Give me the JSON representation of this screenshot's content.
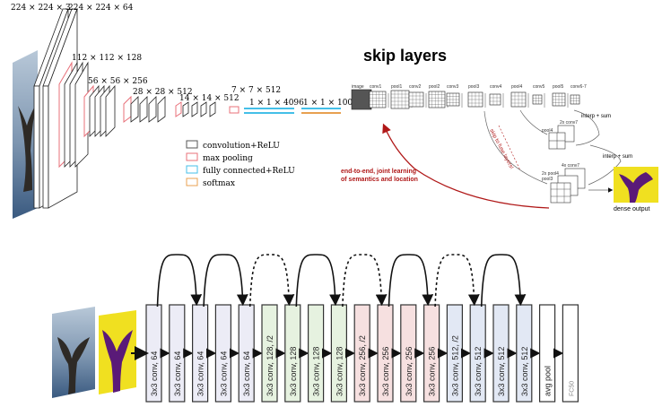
{
  "vgg": {
    "dims": [
      {
        "id": "d1",
        "text": "224 × 224 × 3"
      },
      {
        "id": "d2",
        "text": "224 × 224 × 64"
      },
      {
        "id": "d3",
        "text": "112 × 112 × 128"
      },
      {
        "id": "d4",
        "text": "56 × 56 × 256"
      },
      {
        "id": "d5",
        "text": "28 × 28 × 512"
      },
      {
        "id": "d6",
        "text": "14 × 14 × 512"
      },
      {
        "id": "d7",
        "text": "7 × 7 × 512"
      },
      {
        "id": "d8",
        "text": "1 × 1 × 4096"
      },
      {
        "id": "d9",
        "text": "1 × 1 × 1000"
      }
    ],
    "legend": [
      {
        "label": "convolution+ReLU",
        "color": "#555555"
      },
      {
        "label": "max pooling",
        "color": "#e8707a"
      },
      {
        "label": "fully connected+ReLU",
        "color": "#44bfe8"
      },
      {
        "label": "softmax",
        "color": "#e8a050"
      }
    ]
  },
  "fcn": {
    "title": "skip layers",
    "stages": [
      "image",
      "conv1",
      "pool1",
      "conv2",
      "pool2",
      "conv3",
      "pool3",
      "conv4",
      "pool4",
      "conv5",
      "pool5",
      "conv6-7"
    ],
    "pool_labels": {
      "pool4_2x": "2x conv7",
      "pool4": "pool4",
      "pool3_4x": "4x conv7",
      "pool3_2x": "2x pool4",
      "pool3": "pool3"
    },
    "interp1": "interp + sum",
    "interp2": "interp + sum",
    "skip_text": "skip to fuse layers!",
    "e2e_line1": "end-to-end, joint learning",
    "e2e_line2": "of semantics and location",
    "dense_output": "dense output"
  },
  "resnet": {
    "layers": [
      "3x3 conv, 64",
      "3x3 conv, 64",
      "3x3 conv, 64",
      "3x3 conv, 64",
      "3x3 conv, 64",
      "3x3 conv, 128, /2",
      "3x3 conv, 128",
      "3x3 conv, 128",
      "3x3 conv, 128",
      "3x3 conv, 256, /2",
      "3x3 conv, 256",
      "3x3 conv, 256",
      "3x3 conv, 256",
      "3x3 conv, 512, /2",
      "3x3 conv, 512",
      "3x3 conv, 512",
      "3x3 conv, 512",
      "avg pool",
      "FC50"
    ],
    "group_colors": [
      "#ececf6",
      "#e6f2e0",
      "#f6e0e0",
      "#e2e8f4"
    ]
  },
  "colors": {
    "accent_red": "#b01818",
    "purple": "#5a1a78",
    "yellow": "#f0e020"
  }
}
